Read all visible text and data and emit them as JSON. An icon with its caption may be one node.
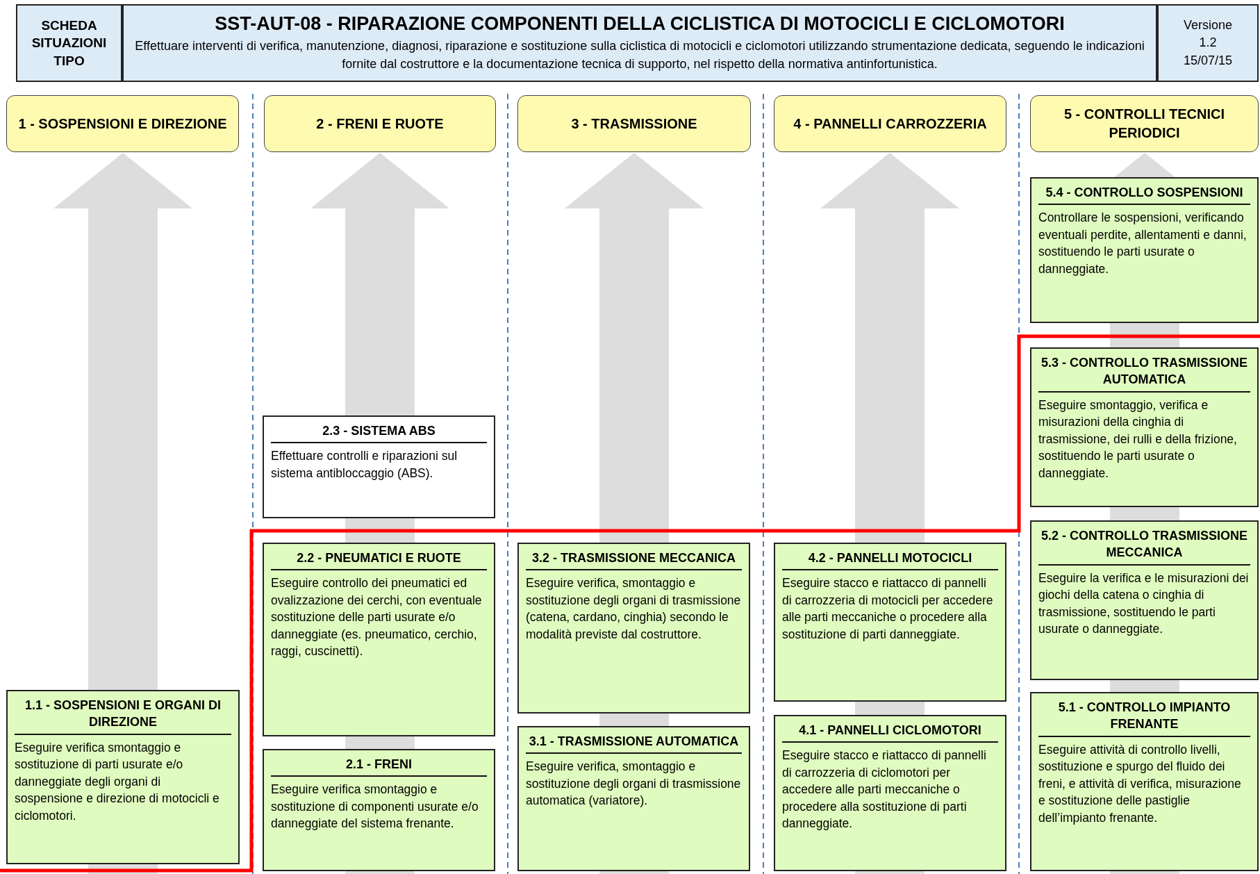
{
  "diagram": {
    "nodes": [
      {
        "text": [
          "SCHEDA SITUAZIONI TIPO"
        ]
      },
      {
        "text": [
          "SST-AUT-08 - RIPARAZIONE COMPONENTI DELLA CICLISTICA DI MOTOCICLI E CICLOMOTORI",
          "Effettuare interventi di verifica, manutenzione, diagnosi, riparazione e sostituzione sulla ciclistica di motocicli e ciclomotori utilizzando strumentazione dedicata, seguendo le indicazioni fornite dal costruttore e la documentazione tecnica di supporto, nel rispetto della normativa antinfortunistica."
        ]
      },
      {
        "text": [
          "Versione",
          "1.2",
          "15/07/15"
        ]
      },
      {
        "text": [
          "1 - SOSPENSIONI E DIREZIONE"
        ]
      },
      {
        "text": [
          "2 - FRENI E RUOTE"
        ]
      },
      {
        "text": [
          "3 - TRASMISSIONE"
        ]
      },
      {
        "text": [
          "4 - PANNELLI CARROZZERIA"
        ]
      },
      {
        "text": [
          "5 - CONTROLLI TECNICI PERIODICI"
        ]
      },
      {
        "text": [
          "1.1 - SOSPENSIONI E ORGANI DI DIREZIONE",
          "Eseguire verifica smontaggio e sostituzione di parti usurate e/o danneggiate degli organi di sospensione e direzione di motocicli e ciclomotori."
        ]
      },
      {
        "text": [
          "2.3 - SISTEMA ABS",
          "Effettuare controlli e riparazioni sul sistema antibloccaggio (ABS)."
        ]
      },
      {
        "text": [
          "2.2 - PNEUMATICI E RUOTE",
          "Eseguire controllo dei pneumatici ed ovalizzazione dei cerchi, con eventuale sostituzione delle parti usurate e/o danneggiate (es. pneumatico, cerchio, raggi, cuscinetti)."
        ]
      },
      {
        "text": [
          "2.1 - FRENI",
          "Eseguire verifica smontaggio e sostituzione di componenti usurate e/o danneggiate del sistema frenante."
        ]
      },
      {
        "text": [
          "3.2 - TRASMISSIONE MECCANICA",
          "Eseguire verifica, smontaggio e sostituzione degli organi di trasmissione (catena, cardano, cinghia) secondo le modalità previste dal costruttore."
        ]
      },
      {
        "text": [
          "3.1 - TRASMISSIONE AUTOMATICA",
          "Eseguire verifica, smontaggio e sostituzione degli organi di trasmissione automatica (variatore)."
        ]
      },
      {
        "text": [
          "4.2 - PANNELLI MOTOCICLI",
          "Eseguire stacco e riattacco di pannelli di carrozzeria di motocicli per accedere alle parti meccaniche o procedere alla sostituzione di parti danneggiate."
        ]
      },
      {
        "text": [
          "4.1 - PANNELLI CICLOMOTORI",
          "Eseguire stacco e riattacco di pannelli di carrozzeria di ciclomotori per accedere alle parti meccaniche o procedere alla sostituzione di parti danneggiate."
        ]
      },
      {
        "text": [
          "5.4 - CONTROLLO SOSPENSIONI",
          "Controllare le sospensioni, verificando eventuali perdite, allentamenti e danni, sostituendo le parti usurate o danneggiate."
        ]
      },
      {
        "text": [
          "5.3 - CONTROLLO TRASMISSIONE AUTOMATICA",
          "Eseguire smontaggio, verifica e misurazioni della cinghia di trasmissione, dei rulli e della frizione, sostituendo le parti usurate o danneggiate."
        ]
      },
      {
        "text": [
          "5.2 - CONTROLLO TRASMISSIONE MECCANICA",
          "Eseguire la verifica e le misurazioni dei giochi della catena o cinghia di trasmissione, sostituendo le parti usurate o danneggiate."
        ]
      },
      {
        "text": [
          "5.1 - CONTROLLO IMPIANTO FRENANTE",
          "Eseguire attività di controllo livelli, sostituzione e spurgo del fluido dei freni, e attività di verifica, misurazione e sostituzione delle pastiglie dell’impianto frenante."
        ]
      }
    ]
  }
}
